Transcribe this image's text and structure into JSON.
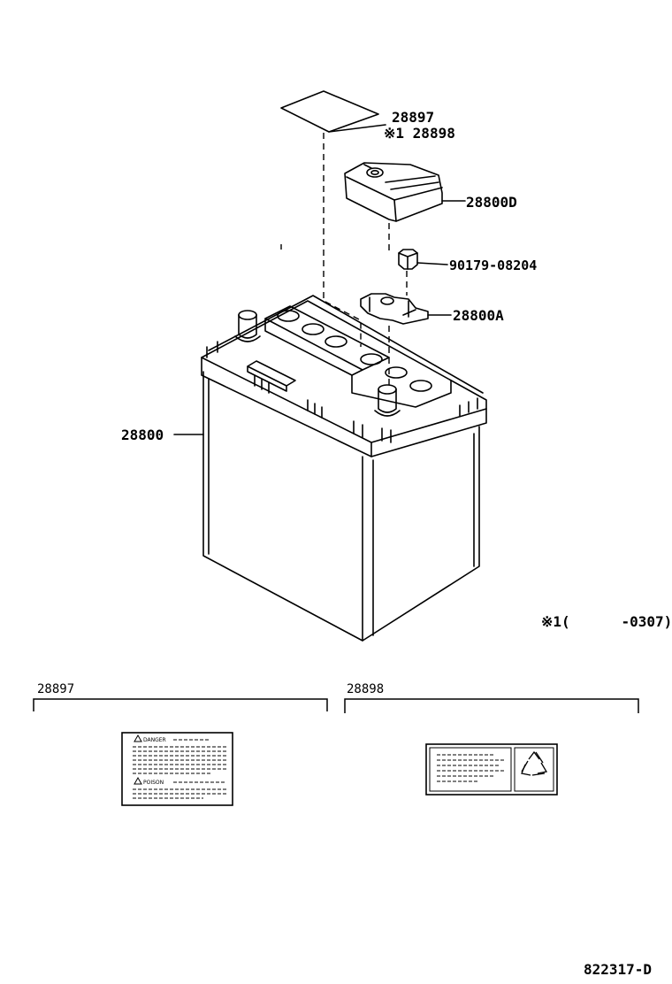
{
  "callouts": {
    "label_28897": "28897",
    "label_28898": "※1 28898",
    "cover": "28800D",
    "nut": "90179-08204",
    "clamp": "28800A",
    "battery": "28800"
  },
  "footnote": "※1(      -0307)",
  "detail_28897": {
    "title": "28897",
    "danger_word": "DANGER",
    "poison_word": "POISON"
  },
  "detail_28898": {
    "title": "28898",
    "recycle_icon": "recycle-icon"
  },
  "figure_id": "822317-D"
}
